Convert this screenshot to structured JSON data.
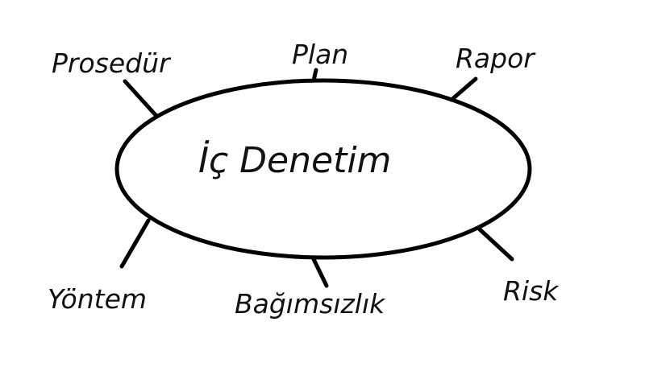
{
  "diagram": {
    "type": "mind-map",
    "stroke_color": "#000000",
    "text_color": "#111111",
    "background": "#ffffff",
    "center": {
      "label": "İç Denetim"
    },
    "branches": [
      {
        "id": "prosedur",
        "label": "Prosedür"
      },
      {
        "id": "plan",
        "label": "Plan"
      },
      {
        "id": "rapor",
        "label": "Rapor"
      },
      {
        "id": "yontem",
        "label": "Yöntem"
      },
      {
        "id": "bagimsizlik",
        "label": "Bağımsızlık"
      },
      {
        "id": "risk",
        "label": "Risk"
      }
    ]
  }
}
